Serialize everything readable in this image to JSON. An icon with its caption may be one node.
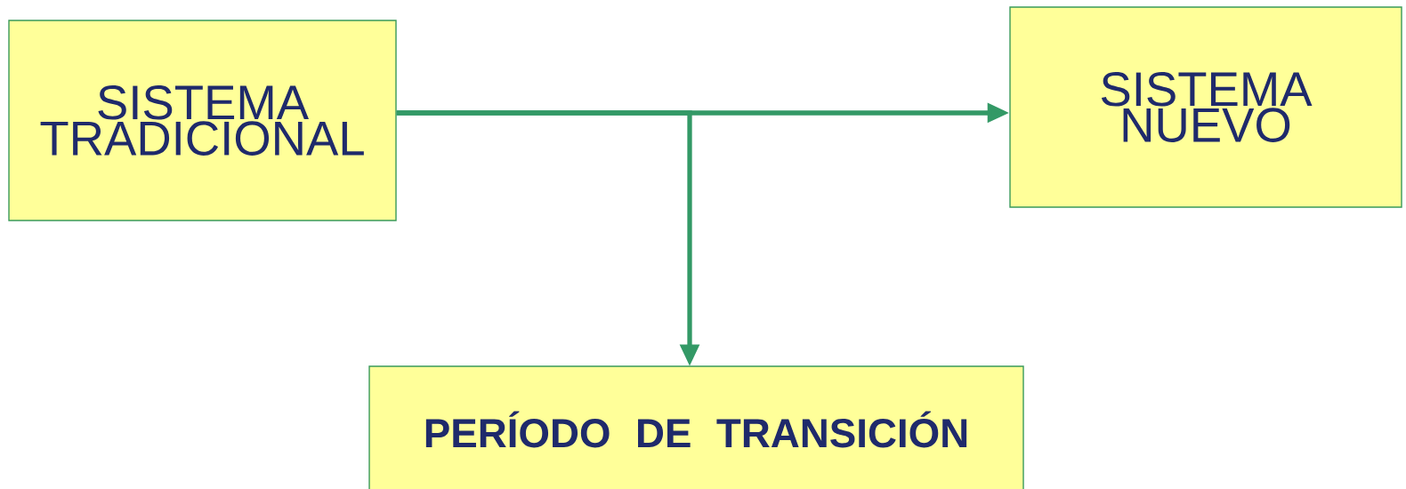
{
  "diagram": {
    "nodes": [
      {
        "text": [
          "SISTEMA TRADICIONAL"
        ]
      },
      {
        "text": [
          "SISTEMA NUEVO"
        ]
      },
      {
        "text": [
          "PERÍODO DE TRANSICIÓN"
        ]
      }
    ],
    "edges": [
      {
        "from": 0,
        "to": 1,
        "arrow": "to"
      },
      {
        "from": 0,
        "to": 2,
        "arrow": "to"
      }
    ]
  }
}
